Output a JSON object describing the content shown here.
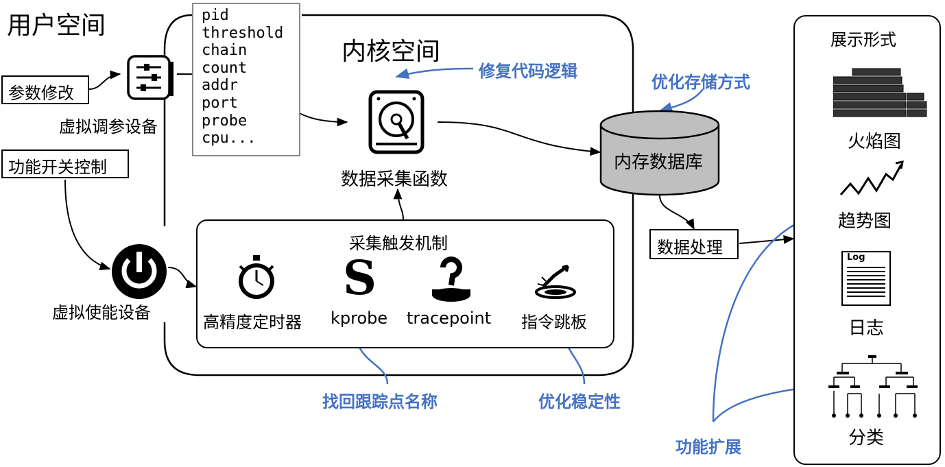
{
  "regions": {
    "user_space": "用户空间",
    "kernel_space": "内核空间"
  },
  "inputs": {
    "param_modify": "参数修改",
    "func_switch": "功能开关控制"
  },
  "devices": {
    "virtual_param": "虚拟调参设备",
    "virtual_enable": "虚拟使能设备"
  },
  "params": [
    "pid",
    "threshold",
    "chain",
    "count",
    "addr",
    "port",
    "probe",
    "cpu..."
  ],
  "kernel": {
    "collect_func": "数据采集函数",
    "trigger_title": "采集触发机制",
    "triggers": {
      "timer": "高精度定时器",
      "kprobe": "kprobe",
      "tracepoint": "tracepoint",
      "trampoline": "指令跳板"
    },
    "kprobe_glyph": "S"
  },
  "storage": {
    "memdb": "内存数据库",
    "process": "数据处理"
  },
  "display": {
    "title": "展示形式",
    "flame": "火焰图",
    "trend": "趋势图",
    "log": "日志",
    "log_tag": "Log",
    "classify": "分类"
  },
  "improvements": {
    "fix_code": "修复代码逻辑",
    "optimize_storage": "优化存储方式",
    "recover_names": "找回跟踪点名称",
    "optimize_stability": "优化稳定性",
    "extend_features": "功能扩展"
  },
  "colors": {
    "accent_blue": "#4472c4",
    "db_fill": "#bfbfbf",
    "line": "#000000"
  }
}
